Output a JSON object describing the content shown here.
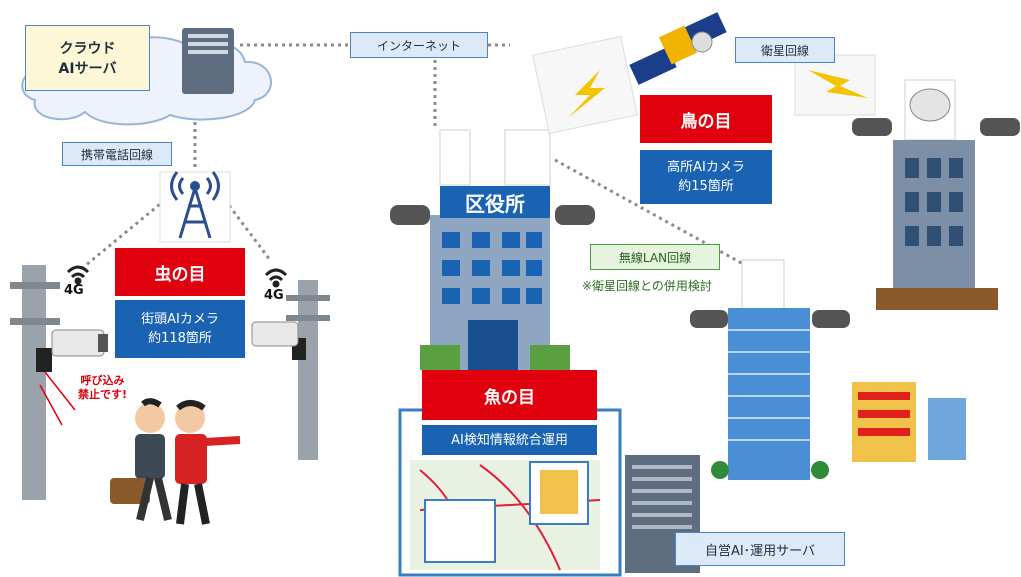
{
  "cloud": {
    "title": "クラウド",
    "subtitle": "AIサーバ"
  },
  "links": {
    "internet": "インターネット",
    "mobile": "携帯電話回線",
    "satellite": "衛星回線",
    "wireless": "無線LAN回線",
    "wireless_note": "※衛星回線との併用検討"
  },
  "bug_eye": {
    "title": "虫の目",
    "line1": "街頭AIカメラ",
    "line2": "約118箇所"
  },
  "bird_eye": {
    "title": "鳥の目",
    "line1": "高所AIカメラ",
    "line2": "約15箇所"
  },
  "fish_eye": {
    "title": "魚の目",
    "subtitle": "AI検知情報統合運用"
  },
  "ward_office": "区役所",
  "own_server": "自営AI･運用サーバ",
  "badge_4g": "4G",
  "speech": {
    "line1": "呼び込み",
    "line2": "禁止です!"
  },
  "colors": {
    "red": "#e0000e",
    "blue": "#1a62b2",
    "label_border": "#4a86c5"
  }
}
